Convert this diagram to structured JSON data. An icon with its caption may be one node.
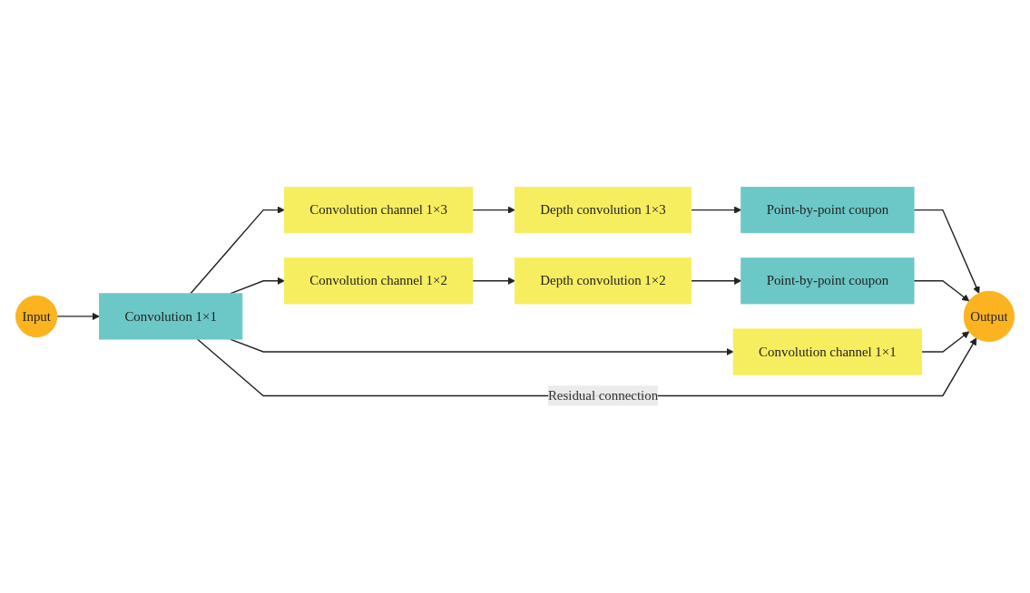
{
  "diagram": {
    "nodes": [
      {
        "text": [
          "Input"
        ]
      },
      {
        "text": [
          "Convolution 1×1"
        ]
      },
      {
        "text": [
          "Convolution channel 1×3"
        ]
      },
      {
        "text": [
          "Depth convolution 1×3"
        ]
      },
      {
        "text": [
          "Point-by-point coupon"
        ]
      },
      {
        "text": [
          "Convolution channel 1×2"
        ]
      },
      {
        "text": [
          "Depth convolution 1×2"
        ]
      },
      {
        "text": [
          "Point-by-point coupon"
        ]
      },
      {
        "text": [
          "Convolution channel 1×1"
        ]
      },
      {
        "text": [
          "Output"
        ]
      }
    ],
    "edges": [
      {
        "from": 0,
        "to": 1,
        "arrow": "to"
      },
      {
        "from": 1,
        "to": 2,
        "arrow": "to"
      },
      {
        "from": 2,
        "to": 3,
        "arrow": "to"
      },
      {
        "from": 3,
        "to": 4,
        "arrow": "to"
      },
      {
        "from": 4,
        "to": 9,
        "arrow": "to"
      },
      {
        "from": 1,
        "to": 5,
        "arrow": "to"
      },
      {
        "from": 5,
        "to": 6,
        "arrow": "to"
      },
      {
        "from": 6,
        "to": 7,
        "arrow": "to"
      },
      {
        "from": 7,
        "to": 9,
        "arrow": "to"
      },
      {
        "from": 1,
        "to": 8,
        "arrow": "to"
      },
      {
        "from": 8,
        "to": 9,
        "arrow": "to"
      },
      {
        "from": 1,
        "to": 9,
        "label": "Residual connection",
        "arrow": "to"
      }
    ]
  }
}
